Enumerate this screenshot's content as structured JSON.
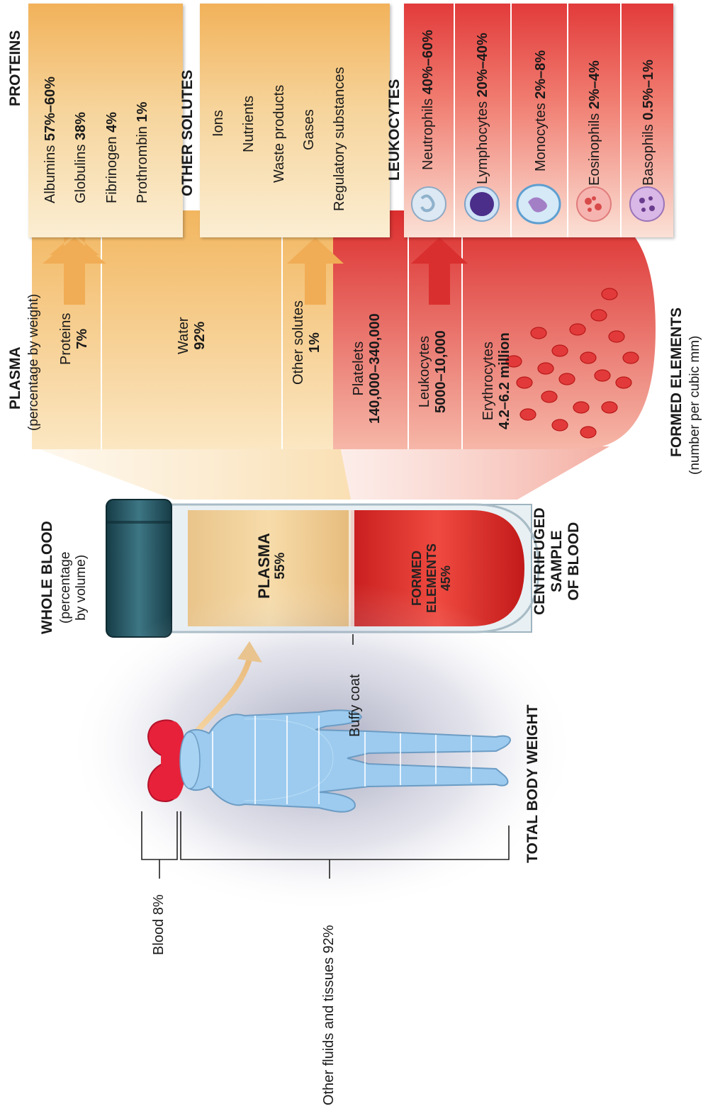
{
  "body_section": {
    "title": "TOTAL BODY WEIGHT",
    "blood_label": "Blood 8%",
    "other_label": "Other fluids and tissues 92%",
    "buffy_coat": "Buffy coat"
  },
  "tube": {
    "whole_blood_title": "WHOLE BLOOD",
    "whole_blood_sub1": "(percentage",
    "whole_blood_sub2": "by volume)",
    "plasma_label": "PLASMA",
    "plasma_pct": "55%",
    "formed_label1": "FORMED",
    "formed_label2": "ELEMENTS",
    "formed_pct": "45%",
    "centrifuged1": "CENTRIFUGED",
    "centrifuged2": "SAMPLE",
    "centrifuged3": "OF BLOOD"
  },
  "plasma_column": {
    "title": "PLASMA",
    "subtitle": "(percentage by weight)",
    "rows": [
      {
        "name": "Proteins",
        "value": "7%"
      },
      {
        "name": "Water",
        "value": "92%"
      },
      {
        "name": "Other solutes",
        "value": "1%"
      }
    ]
  },
  "formed_column": {
    "title": "FORMED ELEMENTS",
    "subtitle": "(number per cubic mm)",
    "rows": [
      {
        "name": "Platelets",
        "value": "140,000–340,000"
      },
      {
        "name": "Leukocytes",
        "value": "5000–10,000"
      },
      {
        "name": "Erythrocytes",
        "value": "4.2–6.2 million"
      }
    ]
  },
  "proteins_box": {
    "title": "PROTEINS",
    "items": [
      {
        "name": "Albumins",
        "value": "57%–60%"
      },
      {
        "name": "Globulins",
        "value": "38%"
      },
      {
        "name": "Fibrinogen",
        "value": "4%"
      },
      {
        "name": "Prothrombin",
        "value": "1%"
      }
    ]
  },
  "solutes_box": {
    "title": "OTHER SOLUTES",
    "items": [
      "Ions",
      "Nutrients",
      "Waste products",
      "Gases",
      "Regulatory substances"
    ]
  },
  "leukocytes_box": {
    "title": "LEUKOCYTES",
    "items": [
      {
        "name": "Neutrophils",
        "value": "40%–60%",
        "icon": "neutrophil-cell-icon"
      },
      {
        "name": "Lymphocytes",
        "value": "20%–40%",
        "icon": "lymphocyte-cell-icon"
      },
      {
        "name": "Monocytes",
        "value": "2%–8%",
        "icon": "monocyte-cell-icon"
      },
      {
        "name": "Eosinophils",
        "value": "2%–4%",
        "icon": "eosinophil-cell-icon"
      },
      {
        "name": "Basophils",
        "value": "0.5%–1%",
        "icon": "basophil-cell-icon"
      }
    ]
  },
  "colors": {
    "plasma": "#f5c77e",
    "formed": "#e23b3b",
    "body": "#8fc1e8",
    "cap": "#1f4f5a"
  }
}
